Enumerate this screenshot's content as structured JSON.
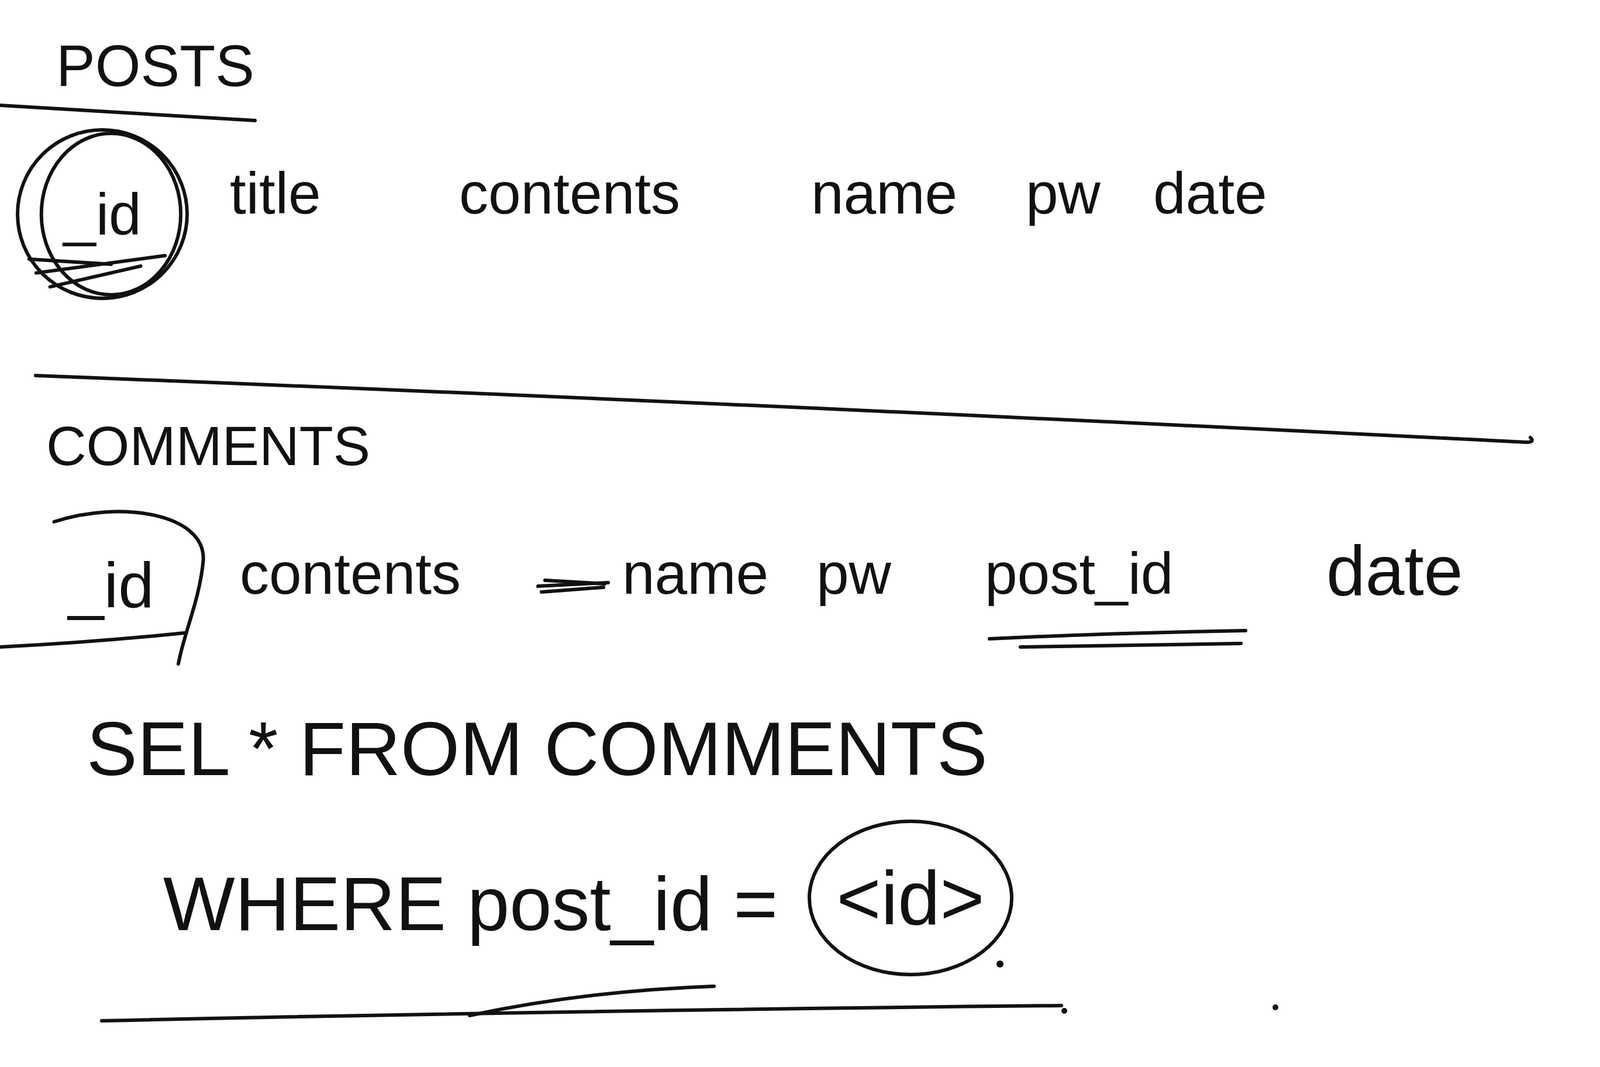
{
  "diagram": {
    "nodes": [
      {
        "text": [
          "_id"
        ]
      },
      {
        "text": [
          "_id"
        ]
      },
      {
        "text": [
          "<id>"
        ]
      }
    ],
    "labels": [
      "POSTS",
      "title",
      "contents",
      "name",
      "pw",
      "date",
      "COMMENTS",
      "contents",
      "name",
      "pw",
      "post_id",
      "date",
      "SEL * FROM COMMENTS",
      "WHERE post_id ="
    ]
  }
}
